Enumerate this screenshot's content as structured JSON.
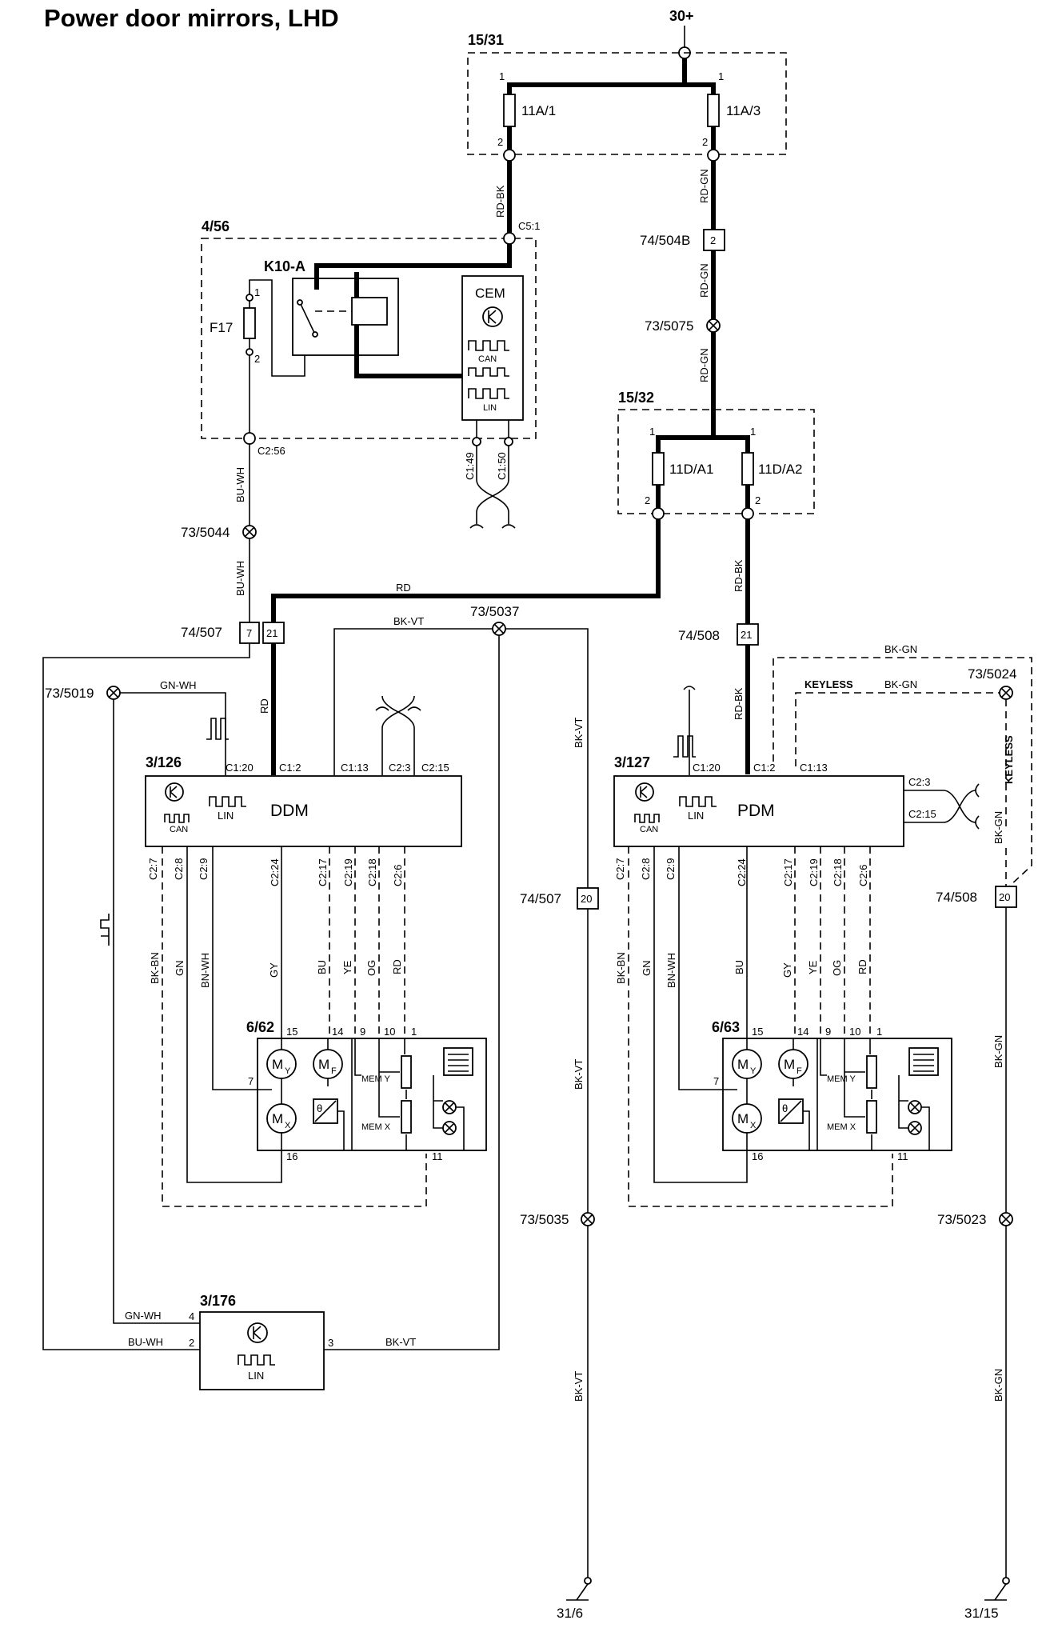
{
  "title": "Power door mirrors, LHD",
  "supply": {
    "top": "30+",
    "ground_left": "31/6",
    "ground_right": "31/15"
  },
  "fusebox_main": {
    "id": "15/31",
    "fuse1": "11A/1",
    "fuse2": "11A/3",
    "pin_in": "1",
    "pin_out": "2"
  },
  "cem_box": {
    "id": "4/56",
    "relay": "K10-A",
    "fuse": "F17",
    "fuse_pin1": "1",
    "fuse_pin2": "2",
    "cem": "CEM",
    "can": "CAN",
    "lin": "LIN",
    "conn_c51": "C5:1",
    "conn_c256": "C2:56",
    "conn_c149": "C1:49",
    "conn_c150": "C1:50"
  },
  "fusebox_sec": {
    "id": "15/32",
    "fuse1": "11D/A1",
    "fuse2": "11D/A2",
    "pin_in": "1",
    "pin_out": "2"
  },
  "connectors": {
    "c504b": "74/504B",
    "c504b_pin": "2",
    "c507": "74/507",
    "c507_pin7": "7",
    "c507_pin21": "21",
    "c507_pin20": "20",
    "c508": "74/508",
    "c508_pin21": "21",
    "c508_pin20": "20"
  },
  "splices": {
    "s5075": "73/5075",
    "s5044": "73/5044",
    "s5037": "73/5037",
    "s5019": "73/5019",
    "s5024": "73/5024",
    "s5035": "73/5035",
    "s5023": "73/5023"
  },
  "wires": {
    "rd_bk": "RD-BK",
    "rd_gn": "RD-GN",
    "bu_wh": "BU-WH",
    "rd": "RD",
    "bk_vt": "BK-VT",
    "gn_wh": "GN-WH",
    "bk_gn": "BK-GN",
    "keyless": "KEYLESS",
    "bk_bn": "BK-BN",
    "gn": "GN",
    "bn_wh": "BN-WH",
    "gy": "GY",
    "bu": "BU",
    "ye": "YE",
    "og": "OG"
  },
  "ddm": {
    "id": "3/126",
    "name": "DDM",
    "lin": "LIN",
    "can": "CAN",
    "top_conns": [
      "C1:20",
      "C1:2",
      "C1:13",
      "C2:3",
      "C2:15"
    ],
    "bottom_conns": [
      "C2:7",
      "C2:8",
      "C2:9",
      "C2:24",
      "C2:17",
      "C2:19",
      "C2:18",
      "C2:6"
    ]
  },
  "pdm": {
    "id": "3/127",
    "name": "PDM",
    "lin": "LIN",
    "can": "CAN",
    "top_conns": [
      "C1:20",
      "C1:2",
      "C1:13"
    ],
    "side_conns": [
      "C2:3",
      "C2:15"
    ],
    "bottom_conns": [
      "C2:7",
      "C2:8",
      "C2:9",
      "C2:24",
      "C2:17",
      "C2:19",
      "C2:18",
      "C2:6"
    ]
  },
  "mirror_left": {
    "id": "6/62",
    "pins_top": [
      "15",
      "14",
      "9",
      "10",
      "1"
    ],
    "pin7": "7",
    "pin16": "16",
    "pin11": "11",
    "my": "M",
    "my_sub": "Y",
    "mf": "M",
    "mf_sub": "F",
    "mx": "M",
    "mx_sub": "X",
    "memy": "MEM Y",
    "memx": "MEM X",
    "theta": "θ"
  },
  "mirror_right": {
    "id": "6/63",
    "pins_top": [
      "15",
      "14",
      "9",
      "10",
      "1"
    ],
    "pin7": "7",
    "pin16": "16",
    "pin11": "11",
    "my": "M",
    "my_sub": "Y",
    "mf": "M",
    "mf_sub": "F",
    "mx": "M",
    "mx_sub": "X",
    "memy": "MEM Y",
    "memx": "MEM X",
    "theta": "θ"
  },
  "lin_module": {
    "id": "3/176",
    "lin": "LIN",
    "pin4": "4",
    "pin2": "2",
    "pin3": "3"
  }
}
